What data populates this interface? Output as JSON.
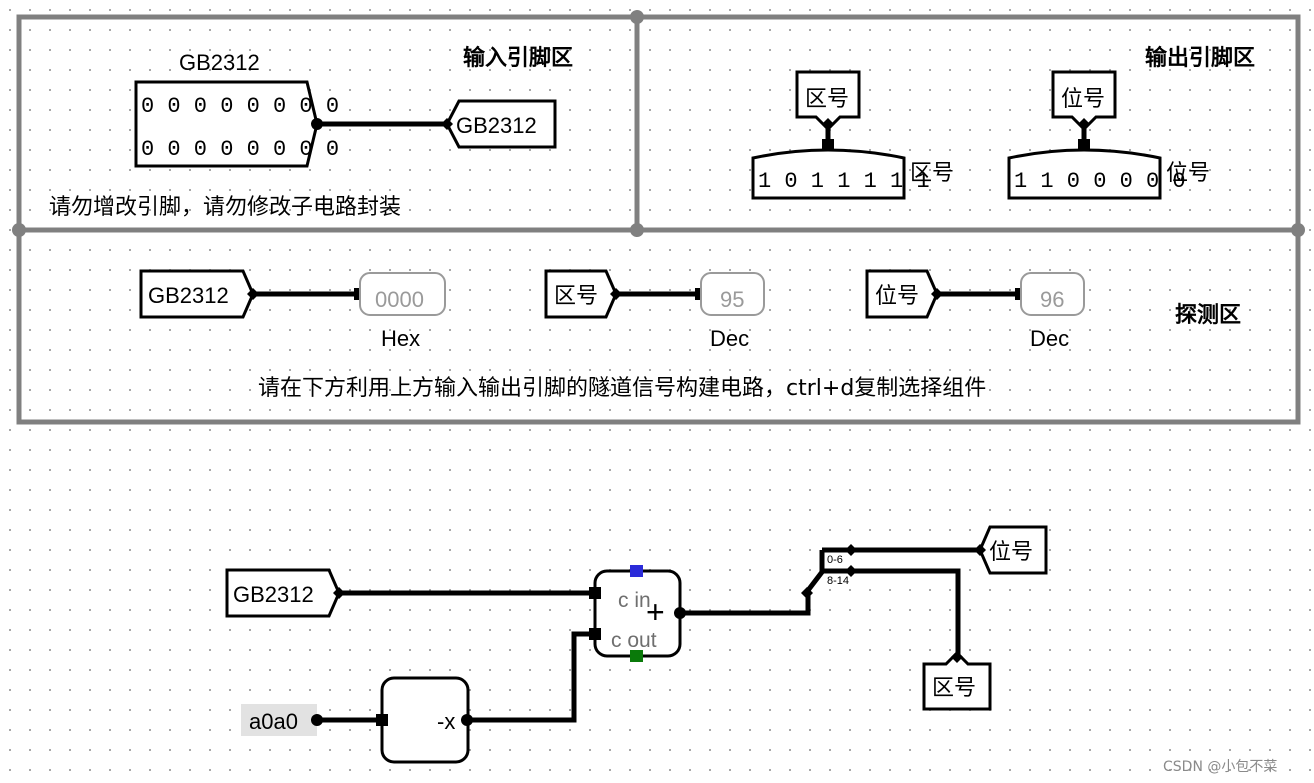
{
  "regions": {
    "input_title": "输入引脚区",
    "output_title": "输出引脚区",
    "probe_title": "探测区",
    "input_note": "请勿增改引脚，请勿修改子电路封装",
    "probe_note": "请在下方利用上方输入输出引脚的隧道信号构建电路，ctrl+d复制选择组件"
  },
  "input_pin": {
    "label": "GB2312",
    "bits_row1": "0 0 0 0 0 0 0 0",
    "bits_row2": "0 0 0 0 0 0 0 0",
    "tunnel": "GB2312"
  },
  "output_pins": [
    {
      "tunnel": "区号",
      "bits": "1 0 1 1 1 1 1",
      "label": "区号"
    },
    {
      "tunnel": "位号",
      "bits": "1 1 0 0 0 0 0",
      "label": "位号"
    }
  ],
  "probes": [
    {
      "tunnel": "GB2312",
      "value": "0000",
      "radix": "Hex"
    },
    {
      "tunnel": "区号",
      "value": "95",
      "radix": "Dec"
    },
    {
      "tunnel": "位号",
      "value": "96",
      "radix": "Dec"
    }
  ],
  "circuit": {
    "tunnel_in": "GB2312",
    "constant": "a0a0",
    "negator_label": "-x",
    "adder_cin": "c in",
    "adder_cout": "c out",
    "adder_symbol": "+",
    "splitter_out_1": "0-6",
    "splitter_out_2": "8-14",
    "tunnel_out_1": "位号",
    "tunnel_out_2": "区号"
  },
  "colors": {
    "frame": "#808080",
    "wire": "#000000",
    "carry_in_port": "#2b2bd9",
    "carry_out_port": "#0a7a0a",
    "probe_text": "#9a9a9a"
  },
  "watermark": "CSDN @小包不菜"
}
